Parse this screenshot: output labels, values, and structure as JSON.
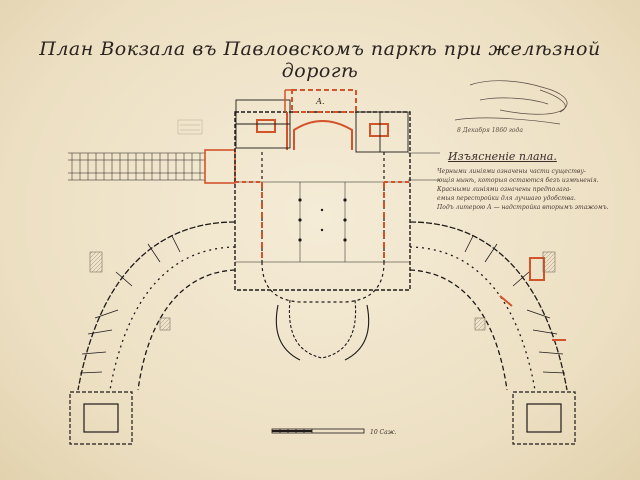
{
  "document": {
    "title": "План Вокзала въ Павловскомъ паркѣ при желѣзной дорогѣ",
    "legend": {
      "heading": "Изъясненіе плана.",
      "lines": [
        "Черными линіями означены части существу-",
        "ющія нынѣ, которыя остаются безъ измѣненія.",
        "Красными линіями означены предполага-",
        "емыя перестройки для лучшаго удобства.",
        "Подъ литерою А — надстройка вторымъ этажомъ."
      ]
    },
    "date_note": "8 Декабря 1860 года",
    "room_letter": "А.",
    "scale_note": "10 Саж."
  },
  "colors": {
    "paper": "#efe3c9",
    "ink": "#1e1a18",
    "red": "#d2542b"
  }
}
